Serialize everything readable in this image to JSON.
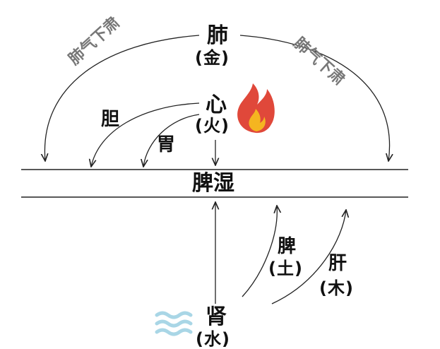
{
  "lung": {
    "name": "肺",
    "element": "(金)"
  },
  "heart": {
    "name": "心",
    "element": "(火)"
  },
  "spleen_dampness": "脾湿",
  "spleen": {
    "name": "脾",
    "element": "(土)"
  },
  "liver": {
    "name": "肝",
    "element": "(木)"
  },
  "kidney": {
    "name": "肾",
    "element": "(水)"
  },
  "gallbladder": "胆",
  "stomach": "胃",
  "lung_qi_left": "肺气下肃",
  "lung_qi_right": "肺气下肃",
  "colors": {
    "line": "#222222",
    "rotated_text": "#777777",
    "flame_outer": "#e0483a",
    "flame_inner": "#f5b520",
    "water": "#a9d6e6"
  },
  "icons": [
    "fire-icon",
    "water-waves-icon"
  ]
}
